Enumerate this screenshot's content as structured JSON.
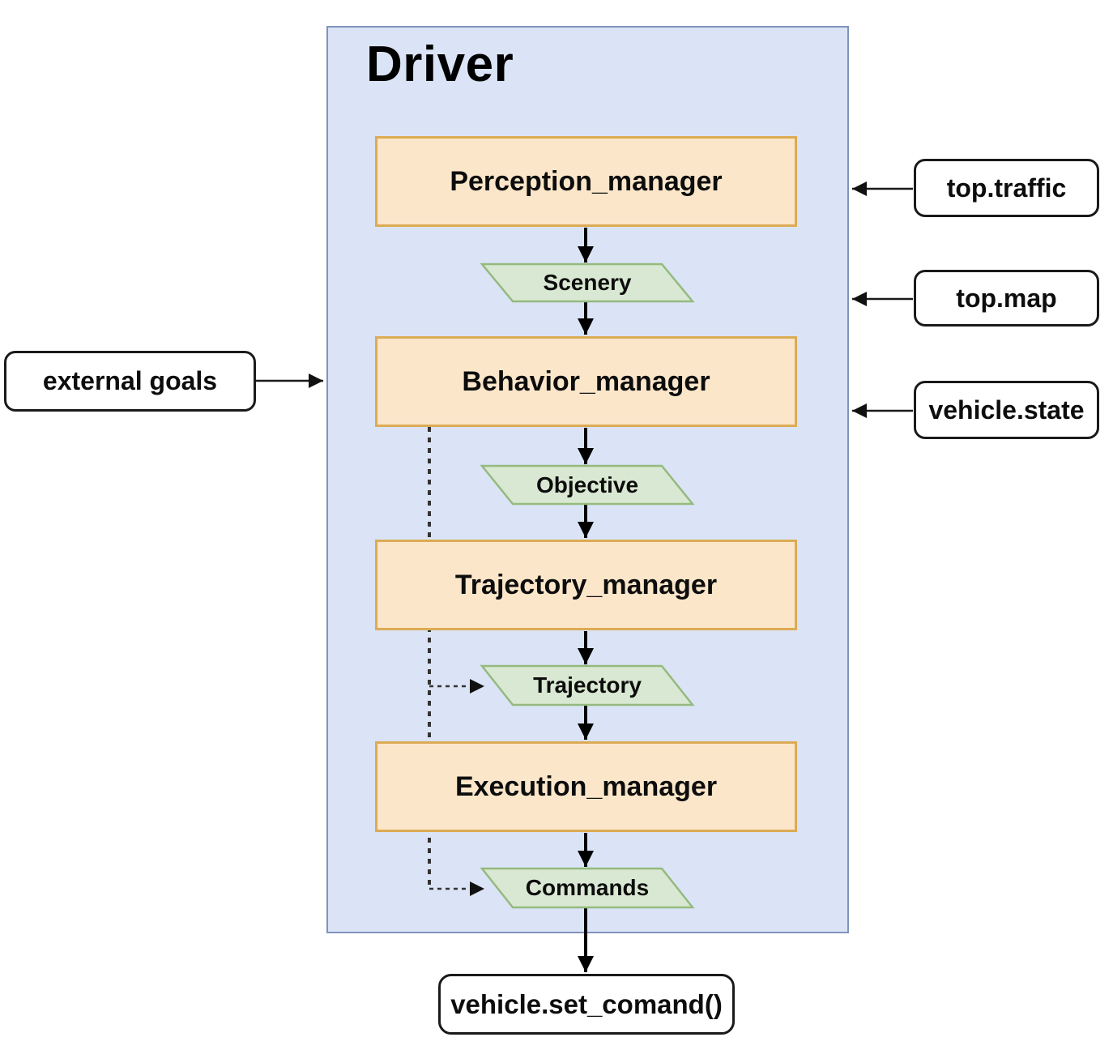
{
  "diagram": {
    "title": "Driver",
    "managers": [
      {
        "label": "Perception_manager"
      },
      {
        "label": "Behavior_manager"
      },
      {
        "label": "Trajectory_manager"
      },
      {
        "label": "Execution_manager"
      }
    ],
    "artifacts": [
      {
        "label": "Scenery"
      },
      {
        "label": "Objective"
      },
      {
        "label": "Trajectory"
      },
      {
        "label": "Commands"
      }
    ],
    "external_inputs": [
      {
        "label": "external goals",
        "side": "left",
        "target": "Behavior_manager"
      },
      {
        "label": "top.traffic",
        "side": "right"
      },
      {
        "label": "top.map",
        "side": "right"
      },
      {
        "label": "vehicle.state",
        "side": "right"
      }
    ],
    "output": {
      "label": "vehicle.set_comand()"
    },
    "colors": {
      "container_fill": "#dbe4f6",
      "container_border": "#8193bd",
      "manager_fill": "#fbe6ca",
      "manager_border": "#dcab55",
      "artifact_fill": "#d9e8d2",
      "artifact_border": "#94ba7e",
      "io_fill": "#ffffff",
      "io_border": "#1a1a1a",
      "arrow": "#000000",
      "dashed_line": "#333333"
    }
  }
}
